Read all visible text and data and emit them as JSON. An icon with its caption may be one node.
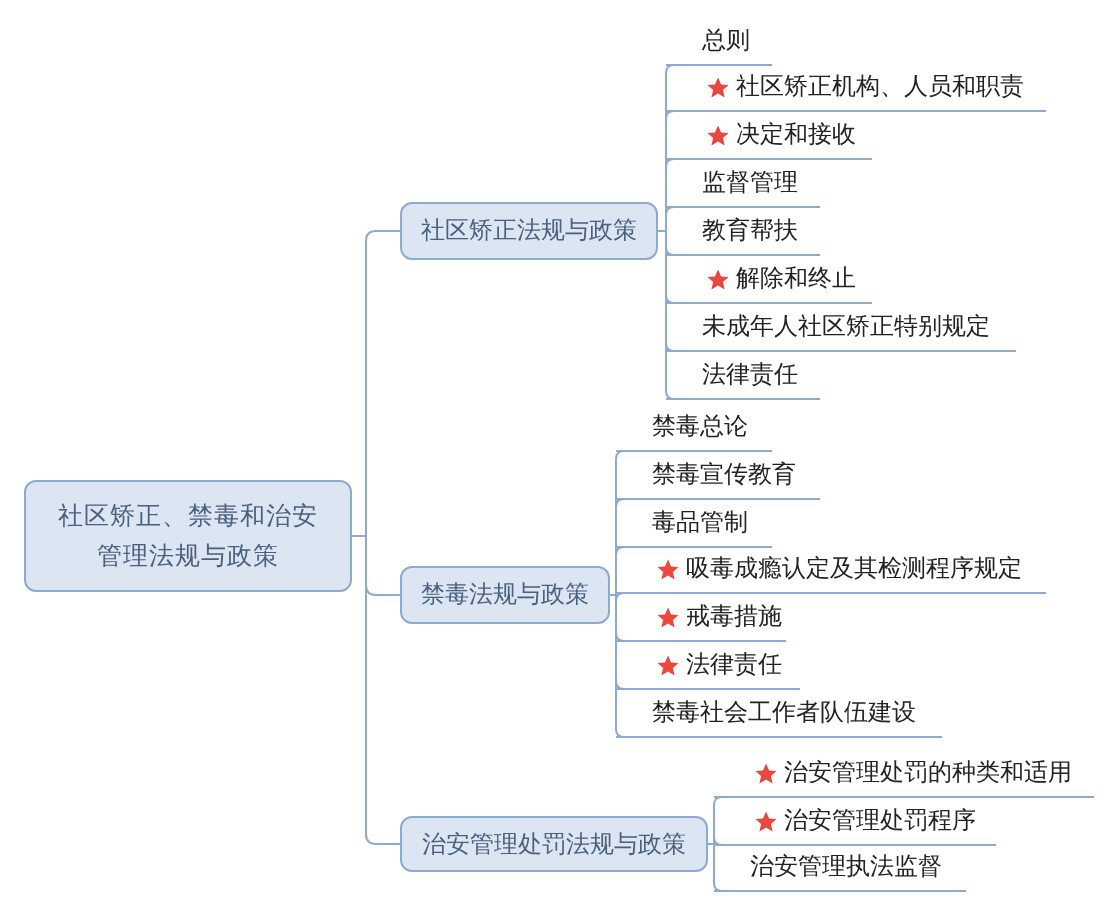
{
  "diagram": {
    "nodes": [
      {
        "text": [
          "社区矫正、禁毒和治安管理法规与政策"
        ]
      },
      {
        "text": [
          "社区矫正法规与政策"
        ]
      },
      {
        "text": [
          "总则"
        ]
      },
      {
        "text": [
          "社区矫正机构、人员和职责"
        ]
      },
      {
        "text": [
          "决定和接收"
        ]
      },
      {
        "text": [
          "监督管理"
        ]
      },
      {
        "text": [
          "教育帮扶"
        ]
      },
      {
        "text": [
          "解除和终止"
        ]
      },
      {
        "text": [
          "未成年人社区矫正特别规定"
        ]
      },
      {
        "text": [
          "法律责任"
        ]
      },
      {
        "text": [
          "禁毒法规与政策"
        ]
      },
      {
        "text": [
          "禁毒总论"
        ]
      },
      {
        "text": [
          "禁毒宣传教育"
        ]
      },
      {
        "text": [
          "毒品管制"
        ]
      },
      {
        "text": [
          "吸毒成瘾认定及其检测程序规定"
        ]
      },
      {
        "text": [
          "戒毒措施"
        ]
      },
      {
        "text": [
          "法律责任"
        ]
      },
      {
        "text": [
          "禁毒社会工作者队伍建设"
        ]
      },
      {
        "text": [
          "治安管理处罚法规与政策"
        ]
      },
      {
        "text": [
          "治安管理处罚的种类和适用"
        ]
      },
      {
        "text": [
          "治安管理处罚程序"
        ]
      },
      {
        "text": [
          "治安管理执法监督"
        ]
      }
    ],
    "edges": [
      {
        "from": 0,
        "to": 1,
        "arrow": "none"
      },
      {
        "from": 0,
        "to": 10,
        "arrow": "none"
      },
      {
        "from": 0,
        "to": 18,
        "arrow": "none"
      },
      {
        "from": 1,
        "to": 2,
        "arrow": "none"
      },
      {
        "from": 1,
        "to": 3,
        "arrow": "none"
      },
      {
        "from": 1,
        "to": 4,
        "arrow": "none"
      },
      {
        "from": 1,
        "to": 5,
        "arrow": "none"
      },
      {
        "from": 1,
        "to": 6,
        "arrow": "none"
      },
      {
        "from": 1,
        "to": 7,
        "arrow": "none"
      },
      {
        "from": 1,
        "to": 8,
        "arrow": "none"
      },
      {
        "from": 1,
        "to": 9,
        "arrow": "none"
      },
      {
        "from": 10,
        "to": 11,
        "arrow": "none"
      },
      {
        "from": 10,
        "to": 12,
        "arrow": "none"
      },
      {
        "from": 10,
        "to": 13,
        "arrow": "none"
      },
      {
        "from": 10,
        "to": 14,
        "arrow": "none"
      },
      {
        "from": 10,
        "to": 15,
        "arrow": "none"
      },
      {
        "from": 10,
        "to": 16,
        "arrow": "none"
      },
      {
        "from": 10,
        "to": 17,
        "arrow": "none"
      },
      {
        "from": 18,
        "to": 19,
        "arrow": "none"
      },
      {
        "from": 18,
        "to": 20,
        "arrow": "none"
      },
      {
        "from": 18,
        "to": 21,
        "arrow": "none"
      }
    ]
  }
}
